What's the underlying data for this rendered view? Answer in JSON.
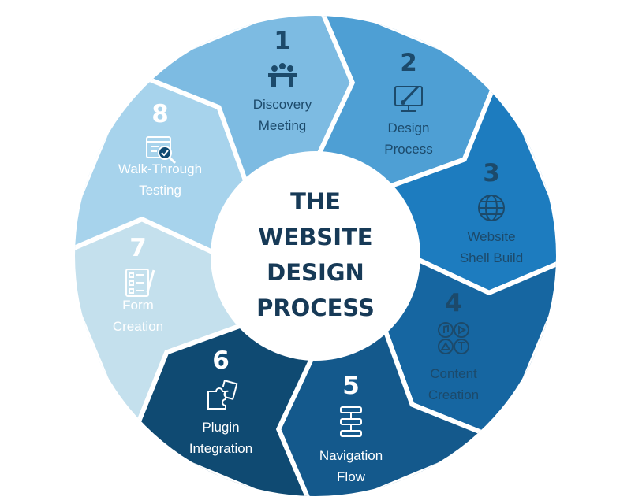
{
  "title": {
    "line1": "THE",
    "line2": "WEBSITE",
    "line3": "DESIGN",
    "line4": "PROCESS"
  },
  "title_color": "#173a57",
  "steps": [
    {
      "number": "1",
      "line1": "Discovery",
      "line2": "Meeting",
      "color": "#c4e0ed",
      "text_color": "#1c4a6b",
      "icon": "meeting-icon"
    },
    {
      "number": "2",
      "line1": "Design",
      "line2": "Process",
      "color": "#a7d3ec",
      "text_color": "#1c4a6b",
      "icon": "design-monitor-icon"
    },
    {
      "number": "3",
      "line1": "Website",
      "line2": "Shell Build",
      "color": "#7dbbe2",
      "text_color": "#1c4a6b",
      "icon": "globe-icon"
    },
    {
      "number": "4",
      "line1": "Content",
      "line2": "Creation",
      "color": "#4e9fd4",
      "text_color": "#1c4a6b",
      "icon": "media-icon"
    },
    {
      "number": "5",
      "line1": "Navigation",
      "line2": "Flow",
      "color": "#1d7cbf",
      "text_color": "#ffffff",
      "icon": "flowchart-icon"
    },
    {
      "number": "6",
      "line1": "Plugin",
      "line2": "Integration",
      "color": "#1666a1",
      "text_color": "#ffffff",
      "icon": "puzzle-icon"
    },
    {
      "number": "7",
      "line1": "Form",
      "line2": "Creation",
      "color": "#14598c",
      "text_color": "#ffffff",
      "icon": "form-icon"
    },
    {
      "number": "8",
      "line1": "Walk-Through",
      "line2": "Testing",
      "color": "#0f4a72",
      "text_color": "#ffffff",
      "icon": "testing-icon"
    }
  ]
}
